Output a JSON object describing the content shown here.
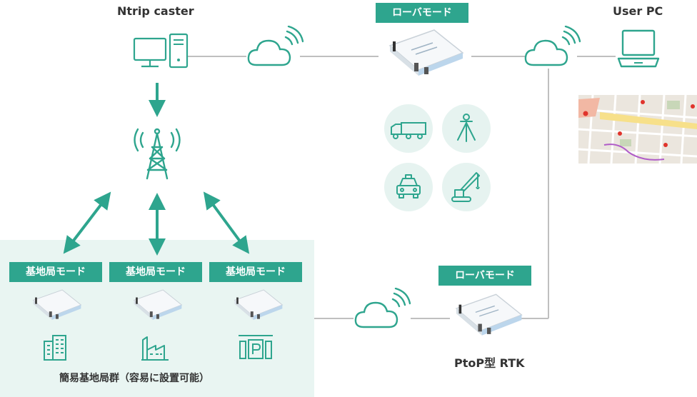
{
  "caster": {
    "label": "Ntrip caster"
  },
  "user_pc": {
    "label": "User PC"
  },
  "rover_top": {
    "tag": "ローバモード"
  },
  "rover_bottom": {
    "tag": "ローバモード",
    "caption": "PtoP型 RTK"
  },
  "base_group": {
    "tags": [
      "基地局モード",
      "基地局モード",
      "基地局モード"
    ],
    "caption": "簡易基地局群（容易に設置可能）"
  },
  "use_case_icons": [
    "truck-icon",
    "survey-tripod-icon",
    "car-icon",
    "crane-icon"
  ],
  "colors": {
    "accent": "#2ea58e",
    "tint": "#e9f5f2",
    "line": "#bfbfbf"
  }
}
